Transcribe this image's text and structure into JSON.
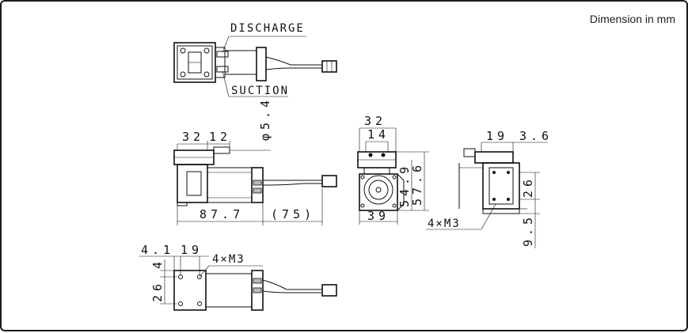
{
  "unit_note": "Dimension in mm",
  "labels": {
    "discharge": "DISCHARGE",
    "suction": "SUCTION"
  },
  "dims": {
    "d32": "32",
    "d12": "12",
    "phi54": "φ5.4",
    "d877": "87.7",
    "d75": "(75)",
    "d14": "14",
    "d549": "54.9",
    "d576": "57.6",
    "d39": "39",
    "m3a": "4×M3",
    "d19": "19",
    "d36": "3.6",
    "d26a": "26",
    "d95": "9.5",
    "d41": "4.1",
    "d19b": "19",
    "d4": "4",
    "m3b": "4×M3",
    "d26b": "26"
  }
}
